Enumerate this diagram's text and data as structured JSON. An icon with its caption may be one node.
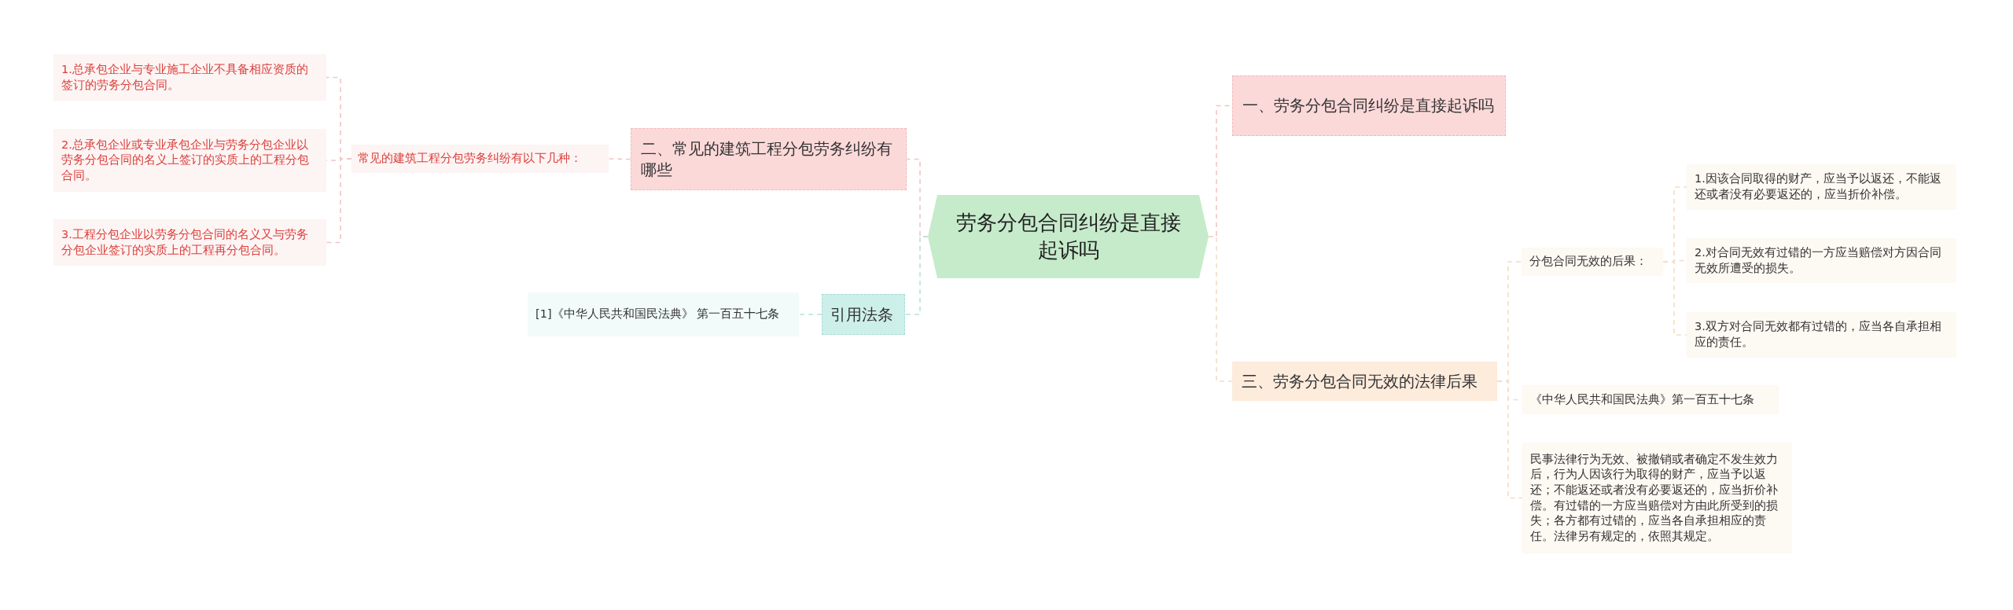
{
  "diagram": {
    "nodes": [
      {
        "text": [
          "劳务分包合同纠纷是直接起诉吗"
        ]
      },
      {
        "text": [
          "二、常见的建筑工程分包劳务纠纷有哪些"
        ]
      },
      {
        "text": [
          "常见的建筑工程分包劳务纠纷有以下几种："
        ]
      },
      {
        "text": [
          "1.总承包企业与专业施工企业不具备相应资质的签订的劳务分包合同。"
        ]
      },
      {
        "text": [
          "2.总承包企业或专业承包企业与劳务分包企业以劳务分包合同的名义上签订的实质上的工程分包合同。"
        ]
      },
      {
        "text": [
          "3.工程分包企业以劳务分包合同的名义又与劳务分包企业签订的实质上的工程再分包合同。"
        ]
      },
      {
        "text": [
          "引用法条"
        ]
      },
      {
        "text": [
          "[1]《中华人民共和国民法典》 第一百五十七条"
        ]
      },
      {
        "text": [
          "一、劳务分包合同纠纷是直接起诉吗"
        ]
      },
      {
        "text": [
          "三、劳务分包合同无效的法律后果"
        ]
      },
      {
        "text": [
          "分包合同无效的后果："
        ]
      },
      {
        "text": [
          "1.因该合同取得的财产，应当予以返还，不能返还或者没有必要返还的，应当折价补偿。"
        ]
      },
      {
        "text": [
          "2.对合同无效有过错的一方应当赔偿对方因合同无效所遭受的损失。"
        ]
      },
      {
        "text": [
          "3.双方对合同无效都有过错的，应当各自承担相应的责任。"
        ]
      },
      {
        "text": [
          "《中华人民共和国民法典》第一百五十七条"
        ]
      },
      {
        "text": [
          "民事法律行为无效、被撤销或者确定不发生效力后，行为人因该行为取得的财产，应当予以返还；不能返还或者没有必要返还的，应当折价补偿。有过错的一方应当赔偿对方由此所受到的损失；各方都有过错的，应当各自承担相应的责任。法律另有规定的，依照其规定。"
        ]
      }
    ],
    "edges": [
      {
        "from": 0,
        "to": 1,
        "arrow": "none",
        "color": "#f4c4c4"
      },
      {
        "from": 1,
        "to": 2,
        "arrow": "none",
        "color": "#f4c4c4"
      },
      {
        "from": 2,
        "to": 3,
        "arrow": "none",
        "color": "#f4c4c4"
      },
      {
        "from": 2,
        "to": 4,
        "arrow": "none",
        "color": "#f4c4c4"
      },
      {
        "from": 2,
        "to": 5,
        "arrow": "none",
        "color": "#f4c4c4"
      },
      {
        "from": 0,
        "to": 6,
        "arrow": "none",
        "color": "#b5e3dc"
      },
      {
        "from": 6,
        "to": 7,
        "arrow": "none",
        "color": "#b5e3dc"
      },
      {
        "from": 0,
        "to": 8,
        "arrow": "none",
        "color": "#f4c4c4"
      },
      {
        "from": 0,
        "to": 9,
        "arrow": "none"
      },
      {
        "from": 9,
        "to": 10,
        "arrow": "none"
      },
      {
        "from": 10,
        "to": 11,
        "arrow": "none"
      },
      {
        "from": 10,
        "to": 12,
        "arrow": "none"
      },
      {
        "from": 10,
        "to": 13,
        "arrow": "none"
      },
      {
        "from": 9,
        "to": 14,
        "arrow": "none"
      },
      {
        "from": 9,
        "to": 15,
        "arrow": "none"
      }
    ]
  }
}
